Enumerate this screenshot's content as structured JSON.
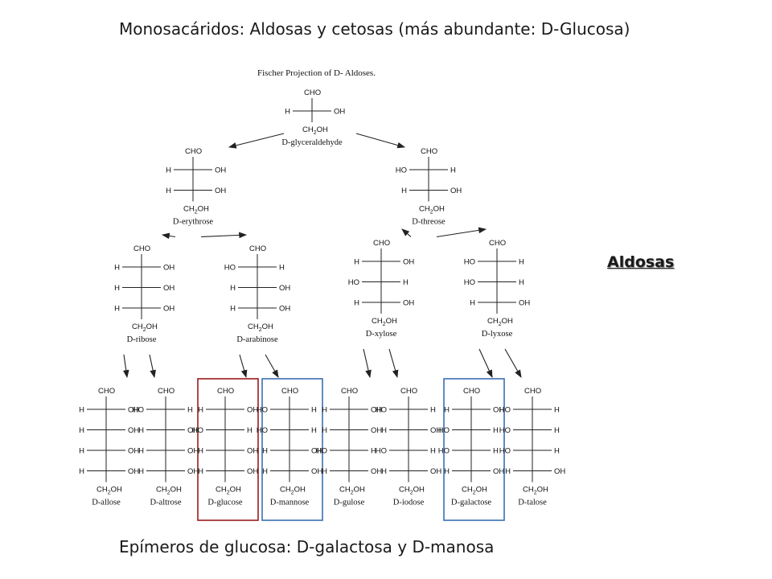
{
  "slide": {
    "title": "Monosacáridos: Aldosas y cetosas (más abundante: D-Glucosa)",
    "side_label": "Aldosas",
    "footer": "Epímeros de glucosa: D-galactosa y D-manosa"
  },
  "figure": {
    "title": "Fischer Projection of D- Aldoses.",
    "top_group": "CHO",
    "bottom_group": "CH2OH",
    "bottom_group_main": "CH",
    "bottom_group_sub": "2",
    "bottom_group_tail": "OH",
    "sugars": [
      {
        "id": "glyceraldehyde",
        "name": "D-glyceraldehyde",
        "rows": [
          [
            "H",
            "OH"
          ]
        ]
      },
      {
        "id": "erythrose",
        "name": "D-erythrose",
        "rows": [
          [
            "H",
            "OH"
          ],
          [
            "H",
            "OH"
          ]
        ]
      },
      {
        "id": "threose",
        "name": "D-threose",
        "rows": [
          [
            "HO",
            "H"
          ],
          [
            "H",
            "OH"
          ]
        ]
      },
      {
        "id": "ribose",
        "name": "D-ribose",
        "rows": [
          [
            "H",
            "OH"
          ],
          [
            "H",
            "OH"
          ],
          [
            "H",
            "OH"
          ]
        ]
      },
      {
        "id": "arabinose",
        "name": "D-arabinose",
        "rows": [
          [
            "HO",
            "H"
          ],
          [
            "H",
            "OH"
          ],
          [
            "H",
            "OH"
          ]
        ]
      },
      {
        "id": "xylose",
        "name": "D-xylose",
        "rows": [
          [
            "H",
            "OH"
          ],
          [
            "HO",
            "H"
          ],
          [
            "H",
            "OH"
          ]
        ]
      },
      {
        "id": "lyxose",
        "name": "D-lyxose",
        "rows": [
          [
            "HO",
            "H"
          ],
          [
            "HO",
            "H"
          ],
          [
            "H",
            "OH"
          ]
        ]
      },
      {
        "id": "allose",
        "name": "D-allose",
        "rows": [
          [
            "H",
            "OH"
          ],
          [
            "H",
            "OH"
          ],
          [
            "H",
            "OH"
          ],
          [
            "H",
            "OH"
          ]
        ]
      },
      {
        "id": "altrose",
        "name": "D-altrose",
        "rows": [
          [
            "HO",
            "H"
          ],
          [
            "H",
            "OH"
          ],
          [
            "H",
            "OH"
          ],
          [
            "H",
            "OH"
          ]
        ]
      },
      {
        "id": "glucose",
        "name": "D-glucose",
        "rows": [
          [
            "H",
            "OH"
          ],
          [
            "HO",
            "H"
          ],
          [
            "H",
            "OH"
          ],
          [
            "H",
            "OH"
          ]
        ]
      },
      {
        "id": "mannose",
        "name": "D-mannose",
        "rows": [
          [
            "HO",
            "H"
          ],
          [
            "HO",
            "H"
          ],
          [
            "H",
            "OH"
          ],
          [
            "H",
            "OH"
          ]
        ]
      },
      {
        "id": "gulose",
        "name": "D-gulose",
        "rows": [
          [
            "H",
            "OH"
          ],
          [
            "H",
            "OH"
          ],
          [
            "HO",
            "H"
          ],
          [
            "H",
            "OH"
          ]
        ]
      },
      {
        "id": "iodose",
        "name": "D-iodose",
        "rows": [
          [
            "HO",
            "H"
          ],
          [
            "H",
            "OH"
          ],
          [
            "HO",
            "H"
          ],
          [
            "H",
            "OH"
          ]
        ]
      },
      {
        "id": "galactose",
        "name": "D-galactose",
        "rows": [
          [
            "H",
            "OH"
          ],
          [
            "HO",
            "H"
          ],
          [
            "HO",
            "H"
          ],
          [
            "H",
            "OH"
          ]
        ]
      },
      {
        "id": "talose",
        "name": "D-talose",
        "rows": [
          [
            "HO",
            "H"
          ],
          [
            "HO",
            "H"
          ],
          [
            "HO",
            "H"
          ],
          [
            "H",
            "OH"
          ]
        ]
      }
    ],
    "arrows": [
      [
        "glyceraldehyde",
        "erythrose"
      ],
      [
        "glyceraldehyde",
        "threose"
      ],
      [
        "erythrose",
        "ribose"
      ],
      [
        "erythrose",
        "arabinose"
      ],
      [
        "threose",
        "xylose"
      ],
      [
        "threose",
        "lyxose"
      ],
      [
        "ribose",
        "allose"
      ],
      [
        "ribose",
        "altrose"
      ],
      [
        "arabinose",
        "glucose"
      ],
      [
        "arabinose",
        "mannose"
      ],
      [
        "xylose",
        "gulose"
      ],
      [
        "xylose",
        "iodose"
      ],
      [
        "lyxose",
        "galactose"
      ],
      [
        "lyxose",
        "talose"
      ]
    ],
    "highlight_boxes": [
      {
        "sugar": "glucose",
        "color": "#9b1c1c"
      },
      {
        "sugar": "mannose",
        "color": "#3a6fb5"
      },
      {
        "sugar": "galactose",
        "color": "#3a6fb5"
      }
    ],
    "line_color": "#222222"
  }
}
